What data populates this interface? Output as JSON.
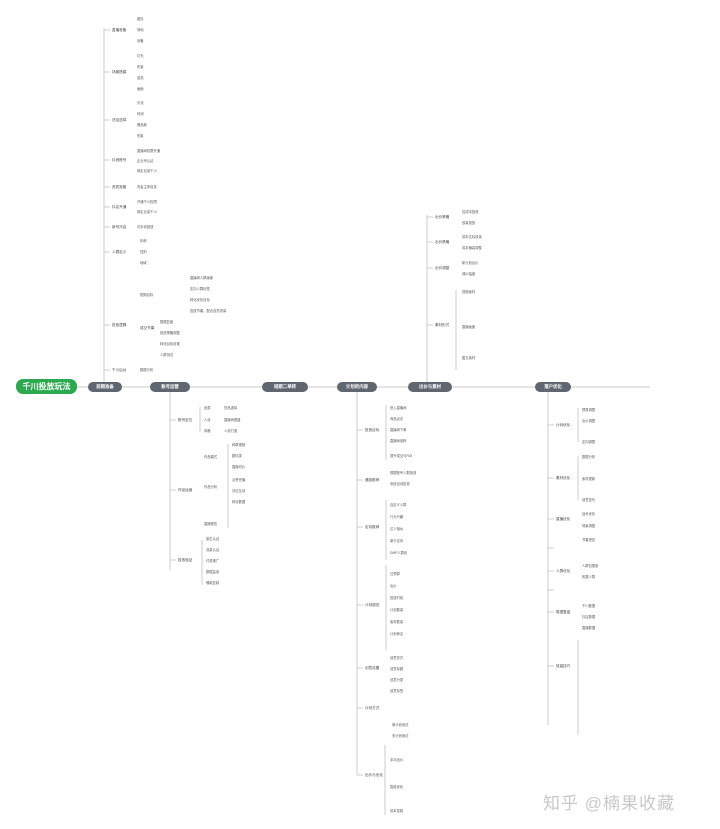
{
  "root": "千川投放玩法",
  "branches": [
    "前期准备",
    "账号运营",
    "短期二单转",
    "计划的内容",
    "出价与素材",
    "落户优化"
  ],
  "prep": {
    "l1": "直播准备",
    "l1_items": [
      "团队",
      "场地",
      "设备"
    ],
    "l2": "场景搭建",
    "l2_items": [
      "灯光",
      "布景",
      "道具",
      "画面"
    ],
    "l3": "货品选择",
    "l3_items": [
      "引流",
      "利润",
      "爆品款",
      "形象"
    ],
    "l4": "抖音账号",
    "l4_items": [
      "直播间权限开通",
      "企业号认证",
      "绑定巨量千川"
    ],
    "l5": "资质准备",
    "l5_sub": "完善主体信息",
    "l6": "抖店开通",
    "l6_items": [
      "开通千川权限",
      "绑定巨量千川"
    ],
    "l7": "新号冷启",
    "l7_sub": "可手动投放",
    "l8": "人群定义",
    "l8_items": [
      "年龄",
      "性别",
      "地域"
    ],
    "l9": "投放逻辑",
    "l9_sub": "短期目标",
    "l9_items": [
      "直播间人群画像",
      "定向人群标签",
      "转化优化目标",
      "投放节奏、配合自然流量"
    ],
    "l10": "成交节奏",
    "l10_items": [
      "数据复盘",
      "投放策略调整",
      "转化目标设置",
      "人群测试"
    ],
    "l11": "千川后台",
    "l11_sub": "数据分析"
  },
  "acct": {
    "g1": "账号定位",
    "g1_items": [
      "品类",
      "人设",
      "风格"
    ],
    "g1_subs": [
      "货品选择",
      "直播间搭建",
      "人设打造"
    ],
    "g2": "作品运营",
    "g2a": "作品模式",
    "g2a_items": [
      "种草视频",
      "剧情类",
      "直播切片"
    ],
    "g2b": "作品分析",
    "g2b_items": [
      "点赞完播",
      "评论互动",
      "转化数据"
    ],
    "g2c": "直播预告",
    "g3": "投放验证",
    "g3_items": [
      "原生认证",
      "流量认证",
      "付费推广",
      "数据监测",
      "爆款复制"
    ]
  },
  "plan": {
    "c1": "投放目标",
    "c1_items": [
      "进入直播间",
      "商品点击",
      "直播间下单",
      "直播间涨粉",
      "提升成交与ROI"
    ],
    "c2": "通投推荐",
    "c2_items": [
      "根据账号人群投放",
      "系统自动投放"
    ],
    "c3": "定向推荐",
    "c3_items": [
      "自定义人群",
      "行为兴趣",
      "达人相似",
      "莱卡定向",
      "DMP人群包"
    ],
    "c4": "计划规范",
    "c4_items": [
      "日预算",
      "出价",
      "投放时段",
      "计划数量",
      "素材数量",
      "计划命名"
    ],
    "c5": "创意设置",
    "c5_items": [
      "创意形式",
      "创意标题",
      "创意分类",
      "创意标签"
    ],
    "c6": "计划方式",
    "c6_items": [
      "单计划测试",
      "多计划测试"
    ],
    "c7": "出价与优化",
    "c7_items": [
      "手动出价",
      "智能优化",
      "成本控制"
    ]
  },
  "bid": {
    "b1": "出价策略",
    "b1_items": [
      "控成本投放",
      "放量投放"
    ],
    "b2": "出价策略",
    "b2_items": [
      "成本达标放量",
      "成本偏高调整"
    ],
    "b3": "出价调整",
    "b3_items": [
      "新计划出价",
      "调价幅度"
    ],
    "b4": "素材形式",
    "b4_items": [
      "视频素材",
      "直播画面",
      "图文素材"
    ]
  },
  "opt": {
    "o1": "计划优化",
    "o1_items": [
      "预算调整",
      "出价调整",
      "定向调整"
    ],
    "o2": "素材优化",
    "o2_items": [
      "数据分析",
      "素材更新",
      "创意迭代"
    ],
    "o3": "直播优化",
    "o3_items": [
      "话术优化",
      "场景调整",
      "节奏把控"
    ],
    "o4": "人群优化",
    "o4_items": [
      "人群包更新",
      "拓展人群"
    ],
    "o5": "数据复盘",
    "o5_items": [
      "千川数据",
      "抖店数据",
      "直播数据"
    ],
    "o6": "放量技巧"
  },
  "watermark": "知乎 @楠果收藏"
}
